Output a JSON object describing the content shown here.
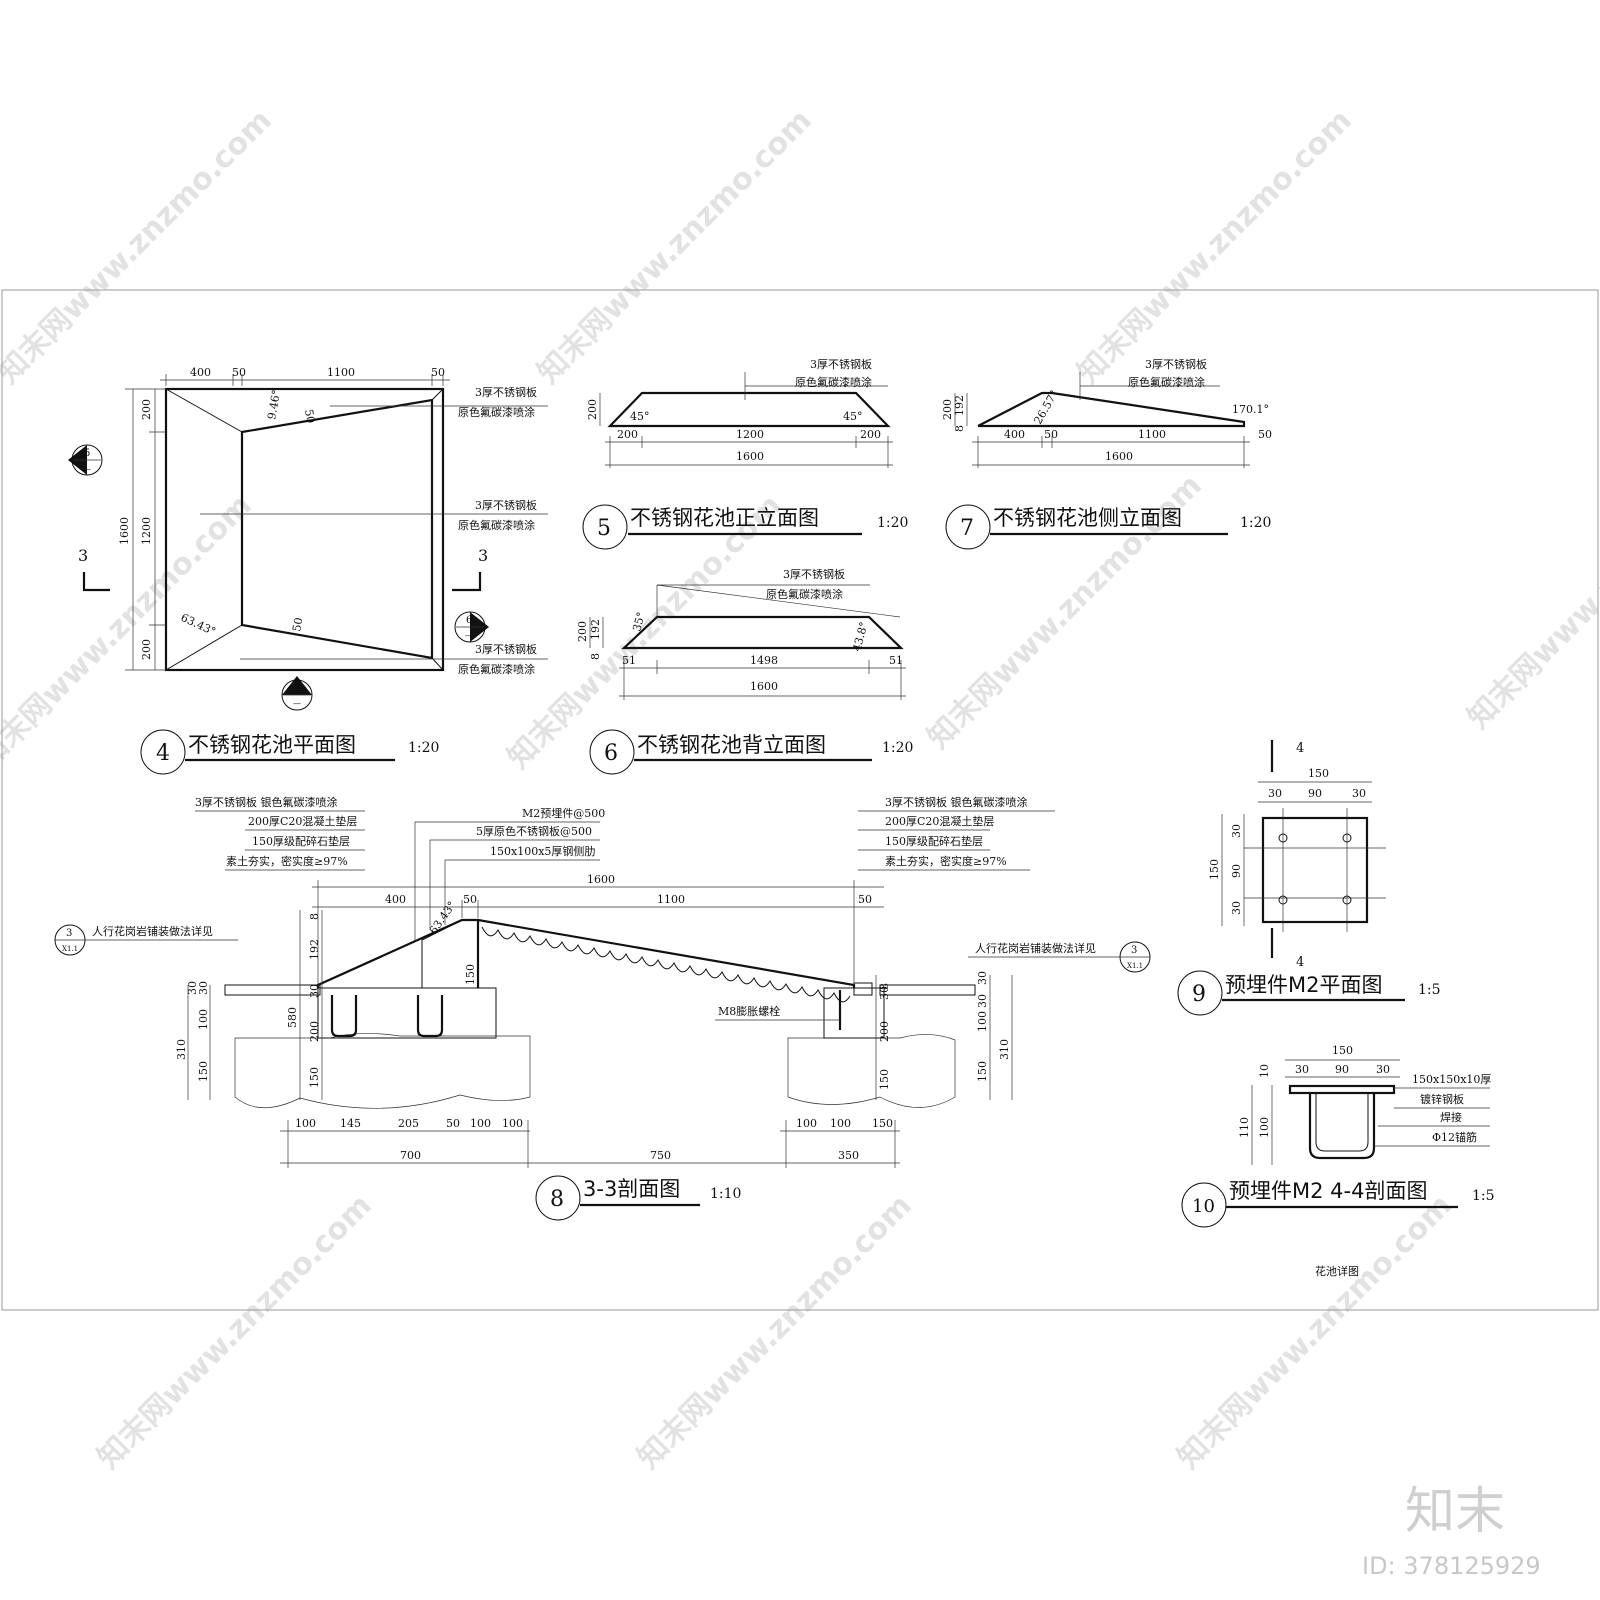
{
  "watermark": {
    "text": "知末网www.znzmo.com"
  },
  "brand": {
    "logo": "知末",
    "id": "ID: 378125929"
  },
  "sheet_title": "花池详图",
  "views": {
    "v4": {
      "num": "4",
      "title": "不锈钢花池平面图",
      "scale": "1:20",
      "dims_top": [
        "400",
        "50",
        "1100",
        "50"
      ],
      "dims_left_outer": "1600",
      "dims_left_inner": [
        "200",
        "1200",
        "200"
      ],
      "angle_top": "9.46°",
      "angle_bottom": "63.43°",
      "edge_top": "50",
      "edge_bottom": "50",
      "note1": [
        "3厚不锈钢板",
        "原色氟碳漆喷涂"
      ],
      "note2": [
        "3厚不锈钢板",
        "原色氟碳漆喷涂"
      ],
      "note3": [
        "3厚不锈钢板",
        "原色氟碳漆喷涂"
      ],
      "sec_mark": "3",
      "ref5": {
        "top": "5",
        "bot": "—"
      },
      "ref6": {
        "top": "6",
        "bot": "—"
      },
      "ref7": {
        "top": "7",
        "bot": "—"
      }
    },
    "v5": {
      "num": "5",
      "title": "不锈钢花池正立面图",
      "scale": "1:20",
      "note": [
        "3厚不锈钢板",
        "原色氟碳漆喷涂"
      ],
      "h": "200",
      "a1": "45°",
      "a2": "45°",
      "dims": [
        "200",
        "1200",
        "200"
      ],
      "total": "1600"
    },
    "v6": {
      "num": "6",
      "title": "不锈钢花池背立面图",
      "scale": "1:20",
      "note": [
        "3厚不锈钢板",
        "原色氟碳漆喷涂"
      ],
      "h1": "200",
      "h2": "192",
      "h3": "8",
      "a1": "35°",
      "a2": "43.8°",
      "dims": [
        "51",
        "1498",
        "51"
      ],
      "total": "1600"
    },
    "v7": {
      "num": "7",
      "title": "不锈钢花池侧立面图",
      "scale": "1:20",
      "note": [
        "3厚不锈钢板",
        "原色氟碳漆喷涂"
      ],
      "h1": "200",
      "h2": "192",
      "h3": "8",
      "a1": "26.57°",
      "a2": "170.1°",
      "dims": [
        "400",
        "50",
        "1100",
        "50"
      ],
      "total": "1600"
    },
    "v8": {
      "num": "8",
      "title": "3-3剖面图",
      "scale": "1:10",
      "notes_left": [
        "3厚不锈钢板 银色氟碳漆喷涂",
        "200厚C20混凝土垫层",
        "150厚级配碎石垫层",
        "素土夯实，密实度≥97%"
      ],
      "notes_mid": [
        "M2预埋件@500",
        "5厚原色不锈钢板@500",
        "150x100x5厚钢侧肋"
      ],
      "notes_right": [
        "3厚不锈钢板 银色氟碳漆喷涂",
        "200厚C20混凝土垫层",
        "150厚级配碎石垫层",
        "素土夯实，密实度≥97%"
      ],
      "paving_left": "人行花岗岩铺装做法详见",
      "paving_right": "人行花岗岩铺装做法详见",
      "ref_top": "3",
      "ref_bot": "X1.1",
      "bolt": "M8膨胀螺栓",
      "angle": "63.43°",
      "total": "1600",
      "top_dims": [
        "400",
        "50",
        "1100",
        "50"
      ],
      "bot1": [
        "100",
        "145",
        "205",
        "50",
        "100",
        "100"
      ],
      "bot1_r": [
        "100",
        "100",
        "150"
      ],
      "bot2": [
        "700",
        "750",
        "350"
      ],
      "vl": [
        "30",
        "30",
        "100",
        "310",
        "150",
        "580",
        "200",
        "150",
        "192",
        "30",
        "8",
        "150"
      ],
      "vr": [
        "8",
        "30",
        "30",
        "30",
        "100",
        "310",
        "200",
        "150",
        "150"
      ]
    },
    "v9": {
      "num": "9",
      "title": "预埋件M2平面图",
      "scale": "1:5",
      "sec": "4",
      "dims_top": [
        "150",
        "30",
        "90",
        "30"
      ],
      "dims_left": [
        "150",
        "30",
        "90",
        "30"
      ]
    },
    "v10": {
      "num": "10",
      "title": "预埋件M2 4-4剖面图",
      "scale": "1:5",
      "dims_top": [
        "150",
        "30",
        "90",
        "30"
      ],
      "dims_left": [
        "10",
        "110",
        "100"
      ],
      "notes": [
        "150x150x10厚",
        "镀锌钢板",
        "焊接",
        "Φ12锚筋"
      ]
    }
  }
}
